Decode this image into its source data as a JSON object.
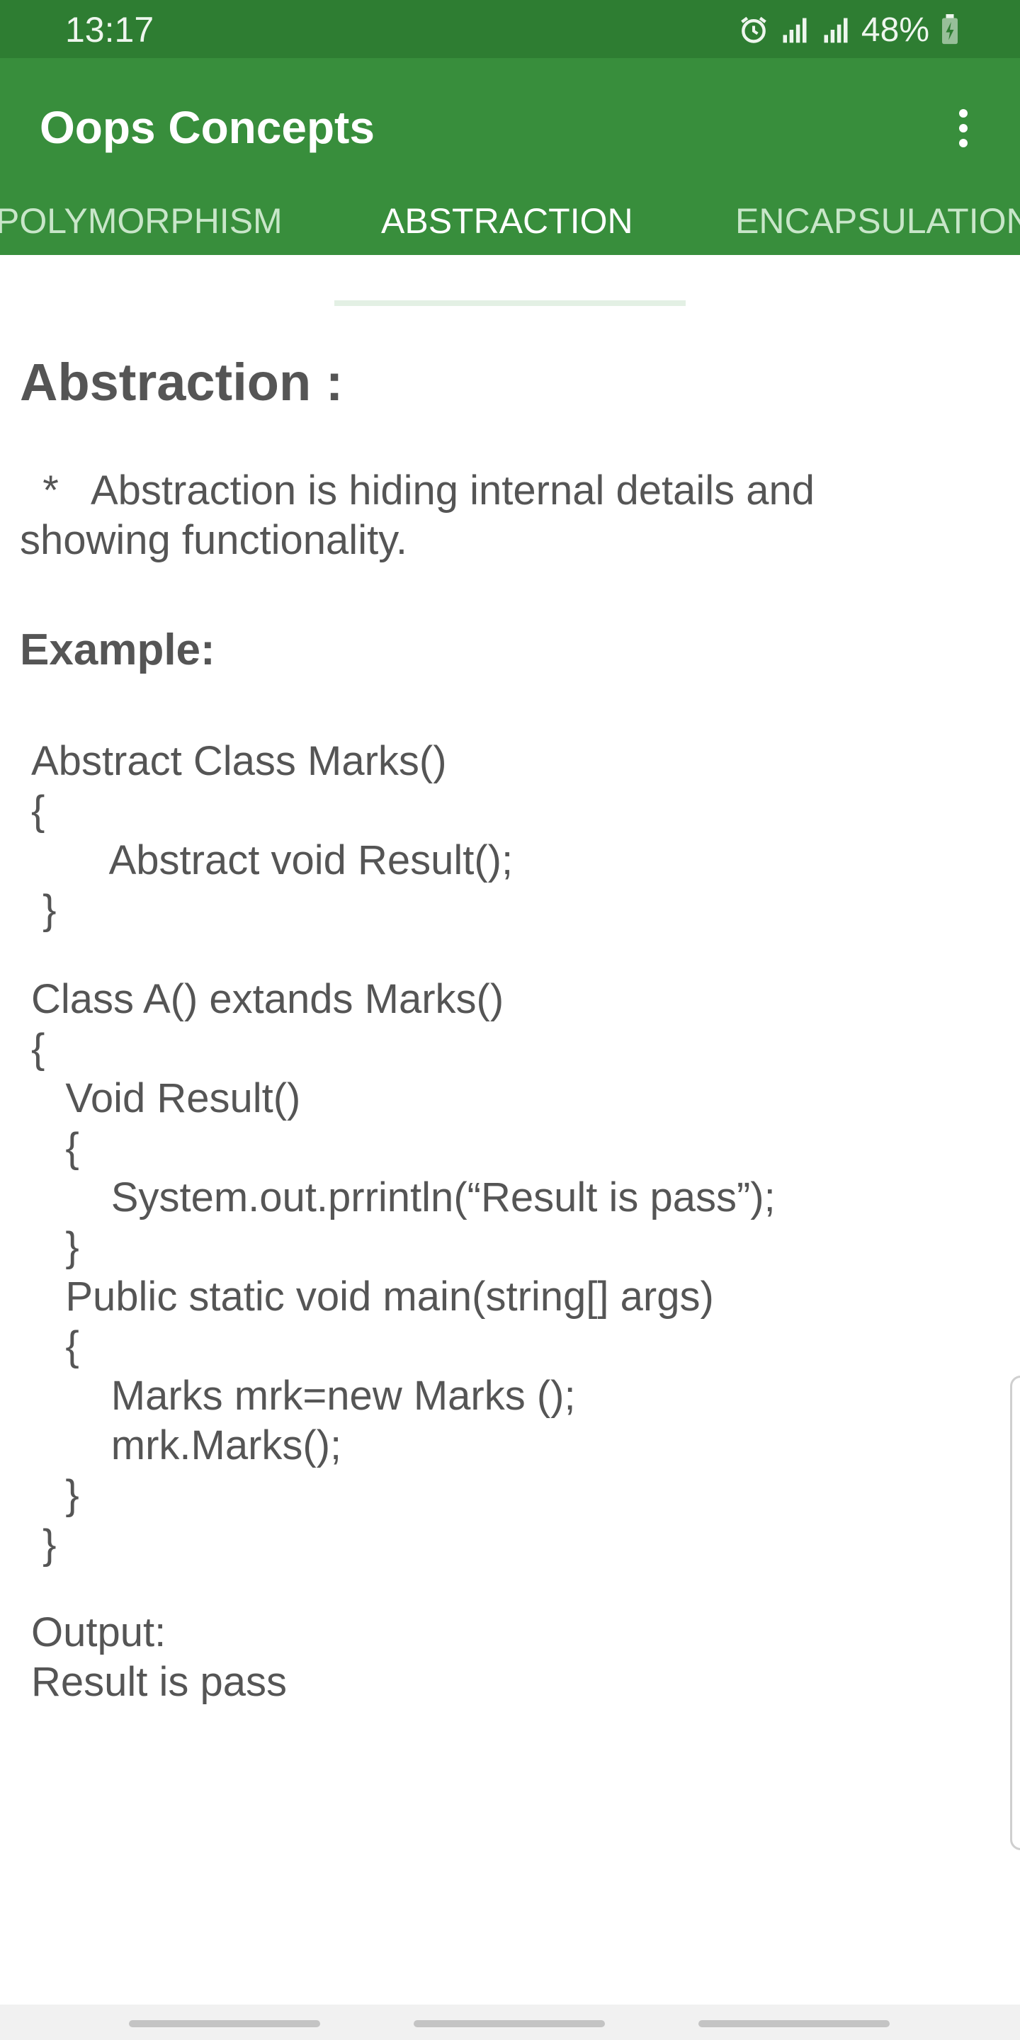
{
  "status_bar": {
    "time": "13:17",
    "battery": "48%",
    "icons": [
      "alarm-icon",
      "signal-icon",
      "signal-icon",
      "battery-charging-icon"
    ]
  },
  "app_bar": {
    "title": "Oops Concepts",
    "overflow_icon": "more-vertical-icon"
  },
  "tabs": [
    {
      "label": "POLYMORPHISM",
      "active": false
    },
    {
      "label": "ABSTRACTION",
      "active": true
    },
    {
      "label": "ENCAPSULATION",
      "active": false
    }
  ],
  "content": {
    "heading": "Abstraction :",
    "definition": "  *   Abstraction is hiding internal details and showing functionality.",
    "example_heading": "Example:",
    "code": [
      "Abstract Class Marks()",
      "{",
      "       Abstract void Result();",
      " }",
      "Class A() extands Marks()",
      "{",
      "   Void Result()",
      "   {",
      "       System.out.prrintln(“Result is pass”);",
      "   }",
      "   Public static void main(string[] args)",
      "   {",
      "       Marks mrk=new Marks ();",
      "       mrk.Marks();",
      "   }",
      " }",
      "Output:",
      "Result is pass"
    ]
  },
  "colors": {
    "status_bar": "#2e7d32",
    "app_bar": "#388e3c",
    "text": "#555555"
  }
}
